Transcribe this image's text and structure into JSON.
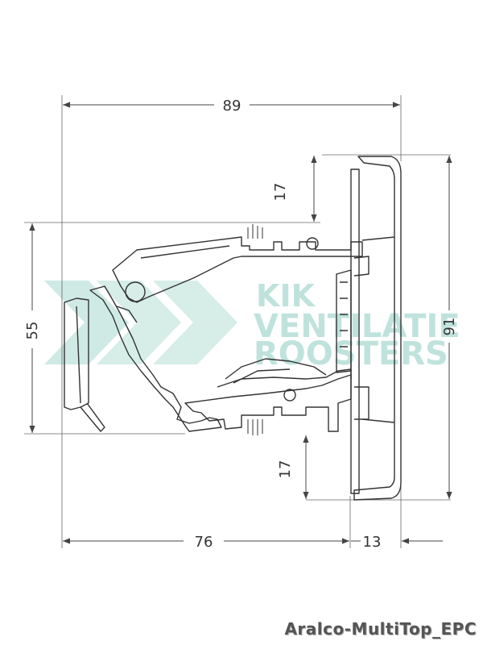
{
  "dimensions": {
    "total_width": "89",
    "left_width": "76",
    "right_width": "13",
    "left_height": "55",
    "right_height": "91",
    "top_offset": "17",
    "bottom_offset": "17"
  },
  "watermark": {
    "line1": "KIK",
    "line2": "VENTILATIE",
    "line3": "ROOSTERS"
  },
  "caption": "Aralco-MultiTop_EPC",
  "colors": {
    "watermark": "#bfe3dc",
    "stroke": "#333333"
  }
}
